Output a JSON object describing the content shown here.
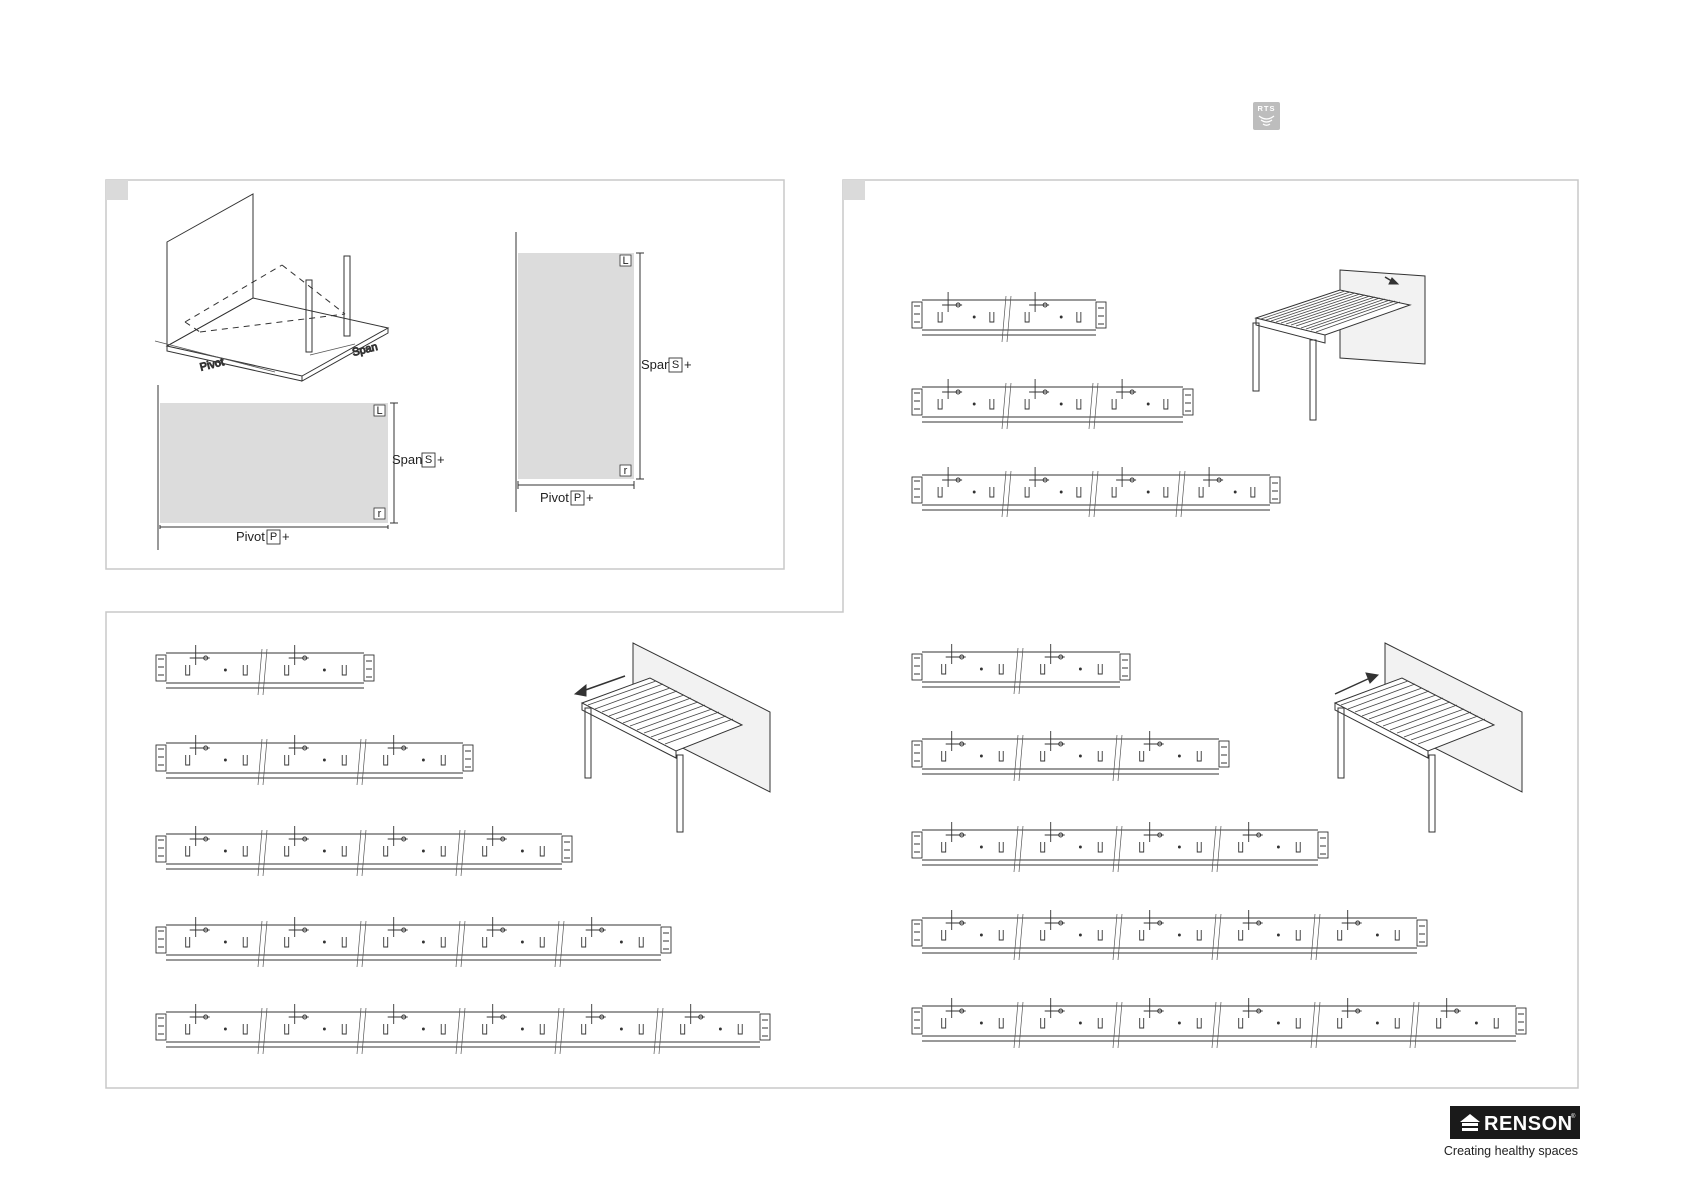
{
  "header": {
    "rts_badge": "RTS",
    "rts_icon": "rts-radio-signal-icon"
  },
  "panel_dimensions": {
    "horizontal_plan": {
      "span_label": "Span",
      "span_symbol": "S",
      "span_suffix": "+",
      "pivot_label": "Pivot",
      "pivot_symbol": "P",
      "pivot_suffix": "+",
      "corner_top": "L",
      "corner_bottom": "r"
    },
    "vertical_plan": {
      "span_label": "Span",
      "span_symbol": "S",
      "span_suffix": "+",
      "pivot_label": "Pivot",
      "pivot_symbol": "P",
      "pivot_suffix": "+",
      "corner_top": "L",
      "corner_bottom": "r"
    }
  },
  "rows": {
    "right_upper_segments": [
      2,
      3,
      4
    ],
    "left_lower_segments": [
      2,
      3,
      4,
      5,
      6
    ],
    "right_lower_segments": [
      2,
      3,
      4,
      5,
      6
    ]
  },
  "footer": {
    "brand": "RENSON",
    "brand_mark": "®",
    "tagline": "Creating healthy spaces",
    "logo_icon": "renson-house-logo-icon"
  },
  "colors": {
    "plan_fill": "#dcdcdc",
    "panel_border": "#c8c8c8",
    "badge_gray": "#c9c9c9",
    "logo_bg": "#1a1a1a"
  }
}
